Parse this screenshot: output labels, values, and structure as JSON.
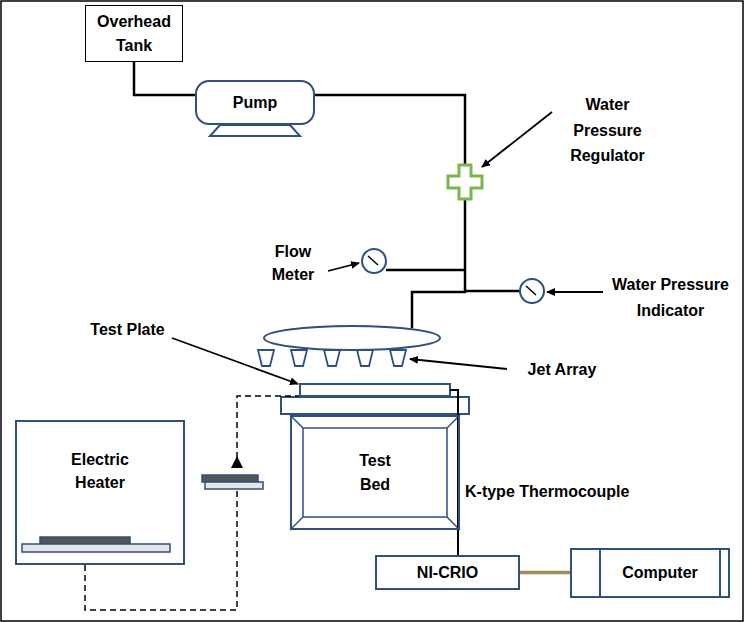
{
  "diagram": {
    "nodes": [
      {
        "text": [
          "Overhead Tank"
        ]
      },
      {
        "text": [
          "Pump"
        ]
      },
      {
        "text": [
          "Test Bed"
        ]
      },
      {
        "text": [
          "Electric Heater"
        ]
      },
      {
        "text": [
          "NI-CRIO"
        ]
      },
      {
        "text": [
          "Computer"
        ]
      }
    ],
    "edges": [
      {
        "from": 0,
        "to": 1,
        "arrow": "none"
      },
      {
        "from": 4,
        "to": 5,
        "arrow": "none"
      }
    ],
    "labels": [
      "Water Pressure Regulator",
      "Flow Meter",
      "Water Pressure Indicator",
      "Test Plate",
      "Jet Array",
      "K-type Thermocouple"
    ]
  }
}
